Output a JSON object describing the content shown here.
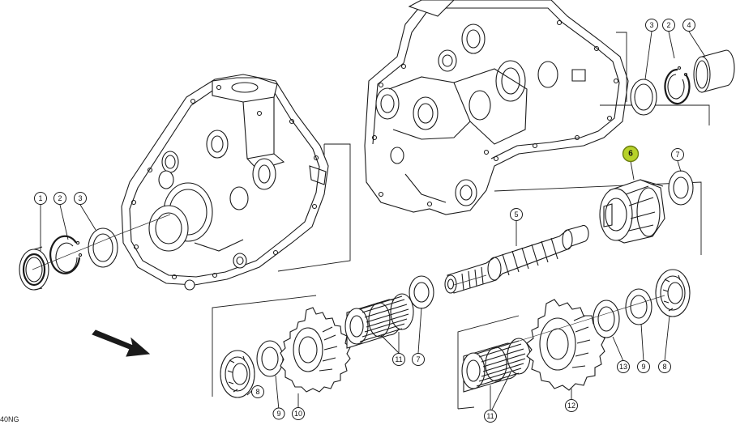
{
  "callouts": [
    {
      "id": "c1a",
      "label": "1"
    },
    {
      "id": "c2a",
      "label": "2"
    },
    {
      "id": "c3a",
      "label": "3"
    },
    {
      "id": "c3b",
      "label": "3"
    },
    {
      "id": "c2b",
      "label": "2"
    },
    {
      "id": "c4",
      "label": "4"
    },
    {
      "id": "c6",
      "label": "6",
      "highlight": true
    },
    {
      "id": "c7a",
      "label": "7"
    },
    {
      "id": "c5",
      "label": "5"
    },
    {
      "id": "c11a",
      "label": "11"
    },
    {
      "id": "c7b",
      "label": "7"
    },
    {
      "id": "c8a",
      "label": "8"
    },
    {
      "id": "c9a",
      "label": "9"
    },
    {
      "id": "c10",
      "label": "10"
    },
    {
      "id": "c11b",
      "label": "11"
    },
    {
      "id": "c12",
      "label": "12"
    },
    {
      "id": "c13",
      "label": "13"
    },
    {
      "id": "c9b",
      "label": "9"
    },
    {
      "id": "c8b",
      "label": "8"
    }
  ],
  "highlight_color": "#b7d22a",
  "footer_text": "40NG"
}
